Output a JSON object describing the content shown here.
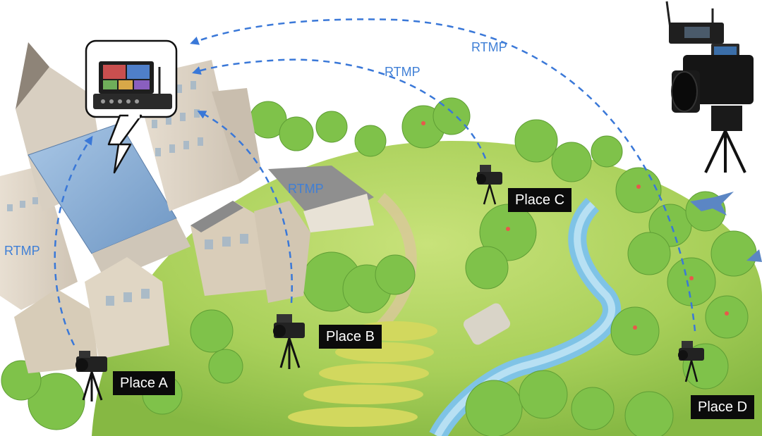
{
  "places": {
    "a": "Place A",
    "b": "Place B",
    "c": "Place C",
    "d": "Place D"
  },
  "links": {
    "top_outer": "RTMP",
    "top_inner": "RTMP",
    "middle": "RTMP",
    "left": "RTMP"
  },
  "colors": {
    "arrow": "#3a78d8",
    "label_bg": "#0b0b0b",
    "label_text": "#ffffff",
    "grass": "#a7cf55",
    "sky": "#ffffff"
  },
  "icons": {
    "switcher": "video-switcher-icon",
    "camera": "camcorder-tripod-icon",
    "hero_camera": "4k-camcorder-with-encoder-icon",
    "bird": "bird-icon"
  }
}
